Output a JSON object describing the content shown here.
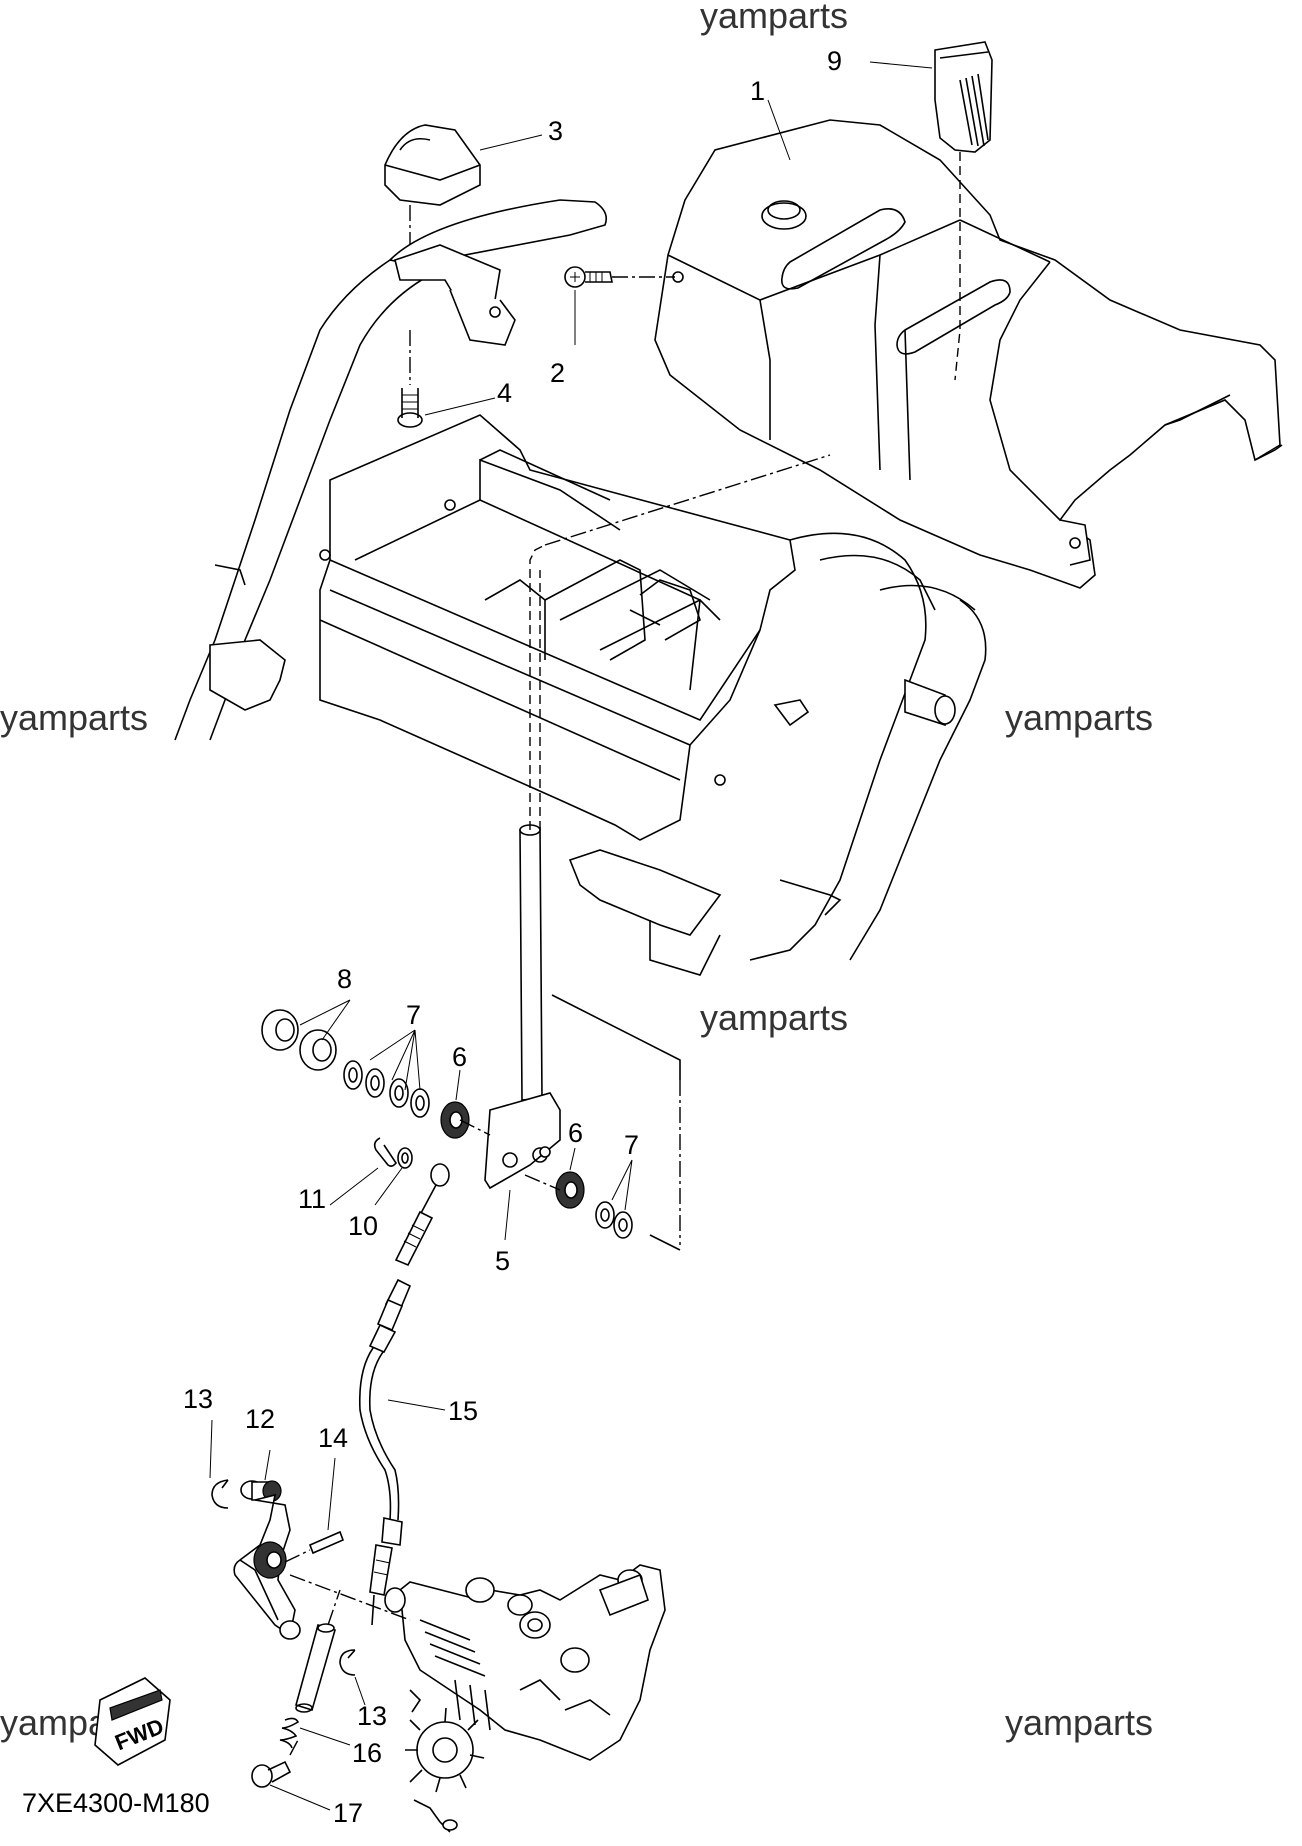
{
  "diagram": {
    "watermark": "yamparts",
    "drawing_code": "7XE4300-M180",
    "direction_badge": "FWD",
    "callouts": {
      "c1": "1",
      "c2": "2",
      "c3": "3",
      "c4": "4",
      "c5": "5",
      "c6a": "6",
      "c6b": "6",
      "c7a": "7",
      "c7b": "7",
      "c8": "8",
      "c9": "9",
      "c10": "10",
      "c11": "11",
      "c12": "12",
      "c13a": "13",
      "c13b": "13",
      "c14": "14",
      "c15": "15",
      "c16": "16",
      "c17": "17"
    }
  }
}
